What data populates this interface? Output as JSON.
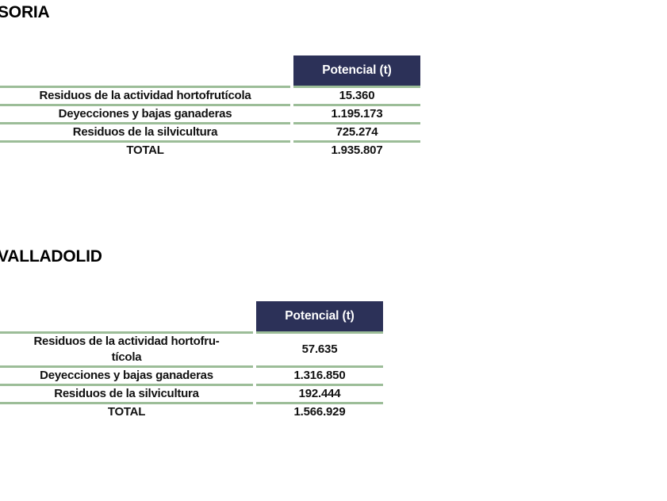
{
  "document": {
    "type": "biomass potential tables",
    "accent_navy": "#2C3158",
    "accent_green": "#9CBD98",
    "text_color": "#111111",
    "background": "#FFFFFF"
  },
  "sections": [
    {
      "title": "SORIA",
      "table": {
        "header_label_blank": "",
        "header_value": "Potencial (t)",
        "rows": [
          {
            "label": "Residuos de la actividad hortofrutícola",
            "value": "15.360"
          },
          {
            "label": "Deyecciones y bajas ganaderas",
            "value": "1.195.173"
          },
          {
            "label": "Residuos de la silvicultura",
            "value": "725.274"
          },
          {
            "label": "TOTAL",
            "value": "1.935.807"
          }
        ]
      }
    },
    {
      "title": "VALLADOLID",
      "table": {
        "header_label_blank": "",
        "header_value": "Potencial (t)",
        "rows": [
          {
            "label": "Residuos de la actividad hortofru-\ntícola",
            "value": "57.635"
          },
          {
            "label": "Deyecciones y bajas ganaderas",
            "value": "1.316.850"
          },
          {
            "label": "Residuos de la silvicultura",
            "value": "192.444"
          },
          {
            "label": "TOTAL",
            "value": "1.566.929"
          }
        ]
      }
    }
  ]
}
